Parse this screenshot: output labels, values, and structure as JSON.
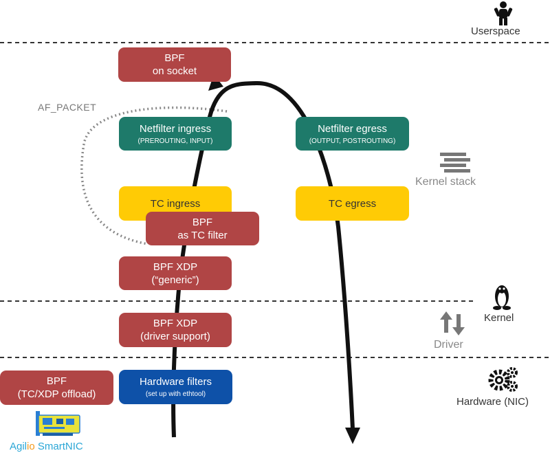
{
  "layers": {
    "userspace": "Userspace",
    "kernel_stack": "Kernel stack",
    "kernel": "Kernel",
    "driver": "Driver",
    "hardware": "Hardware (NIC)"
  },
  "boxes": {
    "bpf_socket": {
      "line1": "BPF",
      "line2": "on socket"
    },
    "nf_ingress": {
      "line1": "Netfilter ingress",
      "line2": "(PREROUTING, INPUT)"
    },
    "nf_egress": {
      "line1": "Netfilter egress",
      "line2": "(OUTPUT, POSTROUTING)"
    },
    "tc_ingress": {
      "line1": "TC ingress"
    },
    "tc_egress": {
      "line1": "TC egress"
    },
    "bpf_tc": {
      "line1": "BPF",
      "line2": "as TC filter"
    },
    "bpf_xdp_generic": {
      "line1": "BPF XDP",
      "line2": "(“generic”)"
    },
    "bpf_xdp_driver": {
      "line1": "BPF XDP",
      "line2": "(driver support)"
    },
    "hw_filters": {
      "line1": "Hardware filters",
      "line2": "(set up with ethtool)"
    },
    "bpf_offload": {
      "line1": "BPF",
      "line2": "(TC/XDP offload)"
    }
  },
  "af_packet": "AF_PACKET",
  "brand": {
    "part1": "Agil",
    "part2": "io",
    "part3": " SmartNIC"
  },
  "colors": {
    "bpf_red": "#b04545",
    "netfilter_teal": "#1e7a6a",
    "tc_yellow": "#ffcb05",
    "hardware_blue": "#0e51a8",
    "brand_cyan": "#2aa6d6",
    "brand_orange": "#f39a1e"
  },
  "icons": [
    "person-icon",
    "stack-icon",
    "penguin-icon",
    "updown-arrows-icon",
    "gears-icon",
    "nic-card-icon"
  ]
}
